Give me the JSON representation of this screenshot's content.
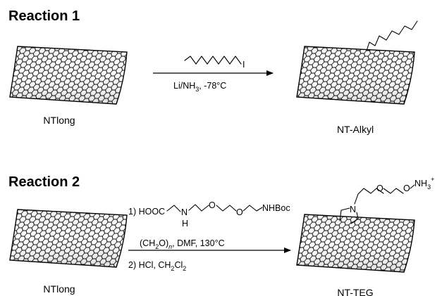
{
  "reactions": [
    {
      "title": "Reaction 1",
      "reactant_label": "NTlong",
      "product_label": "NT-Alkyl",
      "reagent_atom": "I",
      "conditions": [
        "Li/NH",
        "3",
        ", -78°C"
      ]
    },
    {
      "title": "Reaction 2",
      "reactant_label": "NTlong",
      "product_label": "NT-TEG",
      "reagent_step1_prefix": "1) HOOC",
      "reagent_NH_N": "N",
      "reagent_NH_H": "H",
      "reagent_O1": "O",
      "reagent_O2": "O",
      "reagent_NHBoc": "NHBoc",
      "conditions_line1": [
        "(CH",
        "2",
        "O)",
        "n",
        ", DMF, 130°C"
      ],
      "conditions_line2": [
        "2) HCl, CH",
        "2",
        "Cl",
        "2"
      ],
      "product_N": "N",
      "product_O1": "O",
      "product_O2": "O",
      "product_NH3": [
        "NH",
        "3",
        "+"
      ]
    }
  ]
}
